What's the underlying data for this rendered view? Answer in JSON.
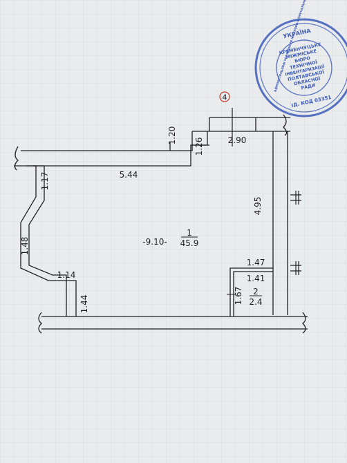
{
  "plan": {
    "axis_marker": "4",
    "dimensions": {
      "top_left_offset": "1.20",
      "niche_depth": "1.26",
      "top_opening": "2.90",
      "left_return": "1.17",
      "wall_long": "5.44",
      "right_wall": "4.95",
      "bend": "1.48",
      "lower_left": "1.14",
      "lower_left_v": "1.44",
      "overall": "-9.10-",
      "closet_top": "1.47",
      "closet_inner": "1.41",
      "closet_height": "1.67"
    },
    "rooms": [
      {
        "number": "1",
        "area": "45.9"
      },
      {
        "number": "2",
        "area": "2.4"
      }
    ]
  },
  "stamp": {
    "top_text": "УКРАЇНА",
    "ring_text": "АДМІНІСТРАЦІЙНЕ УПРАВЛІННЯ ЖИТЛОВО-КОМУНАЛЬНОЇ ПІДПРИЄМСТВА",
    "center_lines": [
      "КРЕМЕНЧУЦЬКЕ",
      "МІЖМІСЬКЕ",
      "БЮРО",
      "ТЕХНІЧНОЇ",
      "ІНВЕНТАРИЗАЦІЇ",
      "ПОЛТАВСЬКОЇ",
      "ОБЛАСНОЇ",
      "РАДИ"
    ],
    "code_text": "ІД. КОД 03351"
  },
  "colors": {
    "ink": "#1f1f24",
    "grid": "#cfd7db",
    "stamp": "#3b5ab8",
    "marker": "#c0392b"
  }
}
